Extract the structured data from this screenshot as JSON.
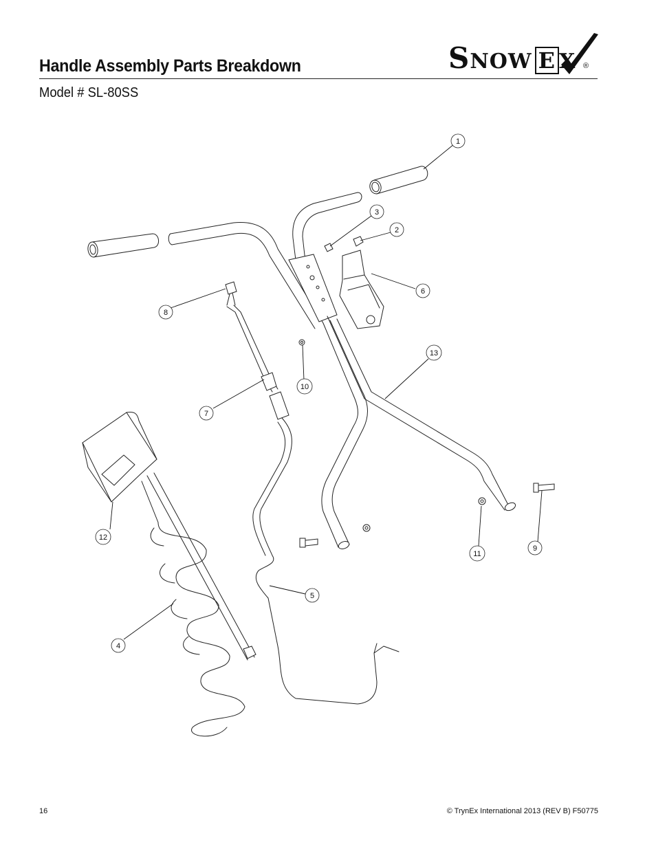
{
  "header": {
    "title": "Handle Assembly Parts Breakdown",
    "subtitle": "Model # SL-80SS",
    "logo": {
      "text_s": "S",
      "text_now": "NOW",
      "text_e": "E",
      "text_x": "X",
      "registered": "®",
      "check_icon": "checkmark-icon"
    }
  },
  "callouts": [
    "1",
    "2",
    "3",
    "4",
    "5",
    "6",
    "7",
    "8",
    "9",
    "10",
    "11",
    "12",
    "13"
  ],
  "footer": {
    "page_number": "16",
    "copyright": "© TrynEx International 2013 (REV B) F50775"
  },
  "colors": {
    "ink": "#222222",
    "background": "#ffffff"
  }
}
